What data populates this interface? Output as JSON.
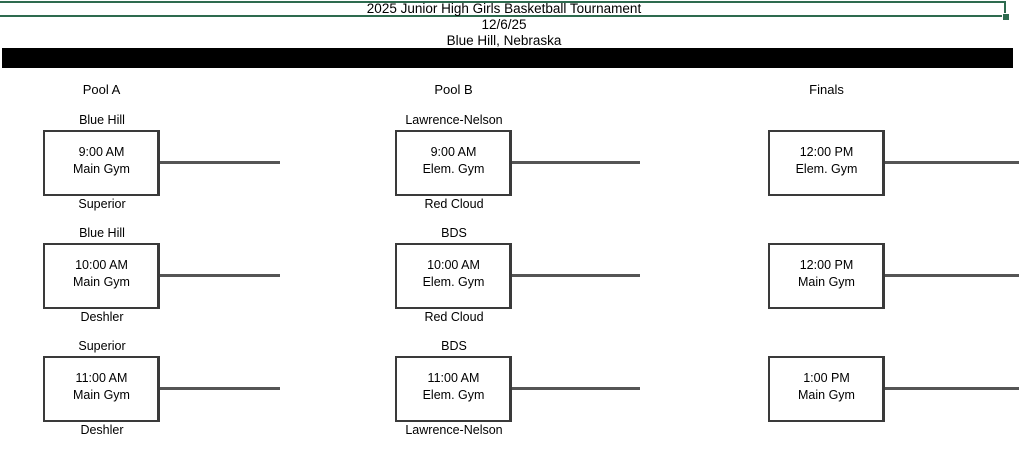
{
  "header": {
    "title": "2025 Junior High Girls Basketball Tournament",
    "date": "12/6/25",
    "location": "Blue Hill, Nebraska"
  },
  "selection": {
    "border_color": "#2e6b4f",
    "handle": "fill-handle"
  },
  "divider": {
    "color": "#000000"
  },
  "columns": [
    {
      "heading": "Pool A",
      "matches": [
        {
          "team_top": "Blue Hill",
          "team_bottom": "Superior",
          "time": "9:00 AM",
          "venue": "Main Gym"
        },
        {
          "team_top": "Blue Hill",
          "team_bottom": "Deshler",
          "time": "10:00 AM",
          "venue": "Main Gym"
        },
        {
          "team_top": "Superior",
          "team_bottom": "Deshler",
          "time": "11:00 AM",
          "venue": "Main Gym"
        }
      ]
    },
    {
      "heading": "Pool B",
      "matches": [
        {
          "team_top": "Lawrence-Nelson",
          "team_bottom": "Red Cloud",
          "time": "9:00 AM",
          "venue": "Elem. Gym"
        },
        {
          "team_top": "BDS",
          "team_bottom": "Red Cloud",
          "time": "10:00 AM",
          "venue": "Elem. Gym"
        },
        {
          "team_top": "BDS",
          "team_bottom": "Lawrence-Nelson",
          "time": "11:00 AM",
          "venue": "Elem. Gym"
        }
      ]
    },
    {
      "heading": "Finals",
      "matches": [
        {
          "team_top": "",
          "team_bottom": "",
          "time": "12:00 PM",
          "venue": "Elem. Gym"
        },
        {
          "team_top": "",
          "team_bottom": "",
          "time": "12:00 PM",
          "venue": "Main Gym"
        },
        {
          "team_top": "",
          "team_bottom": "",
          "time": "1:00 PM",
          "venue": "Main Gym"
        }
      ]
    }
  ]
}
